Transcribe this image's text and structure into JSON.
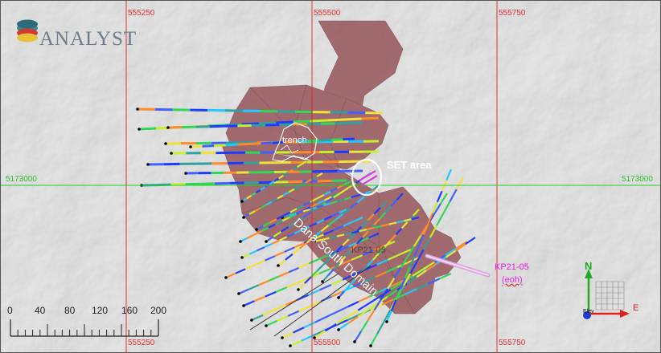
{
  "logo": {
    "text": "ANALYST"
  },
  "grid": {
    "easting_labels_top": [
      "555250",
      "555500",
      "555750"
    ],
    "easting_labels_bottom": [
      "555250",
      "555500",
      "555750"
    ],
    "northing_label_left": "5173000",
    "northing_label_right": "5173000",
    "line_color": "#e02020",
    "northing_line_color": "#20d020"
  },
  "annotations": {
    "trench": "trench",
    "set_area": "SET area",
    "domain": "Dana South Domain",
    "drillhole_id": "KP21-05",
    "drillhole_eoh": "(eoh)",
    "faint_hole_label": "KP21-05"
  },
  "scale_bar": {
    "ticks": [
      "0",
      "40",
      "80",
      "120",
      "160",
      "200"
    ]
  },
  "axes_widget": {
    "north": "N",
    "east": "E",
    "elev": "Elev"
  },
  "colors": {
    "domain_fill": "#8f4a4f",
    "label_magenta": "#e020e0",
    "hillshade": "#c9c9c9"
  }
}
